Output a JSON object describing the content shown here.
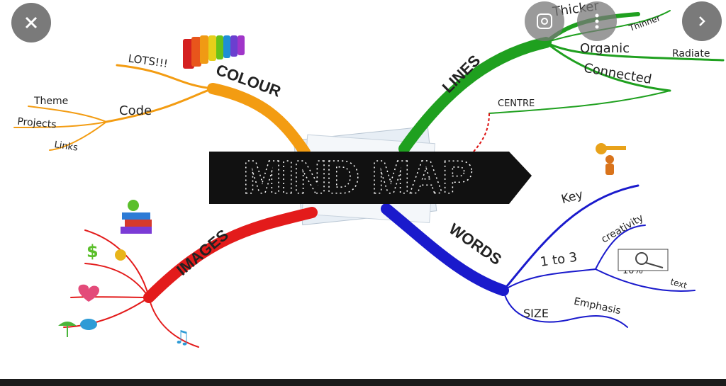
{
  "title": "MIND MAP",
  "branches": {
    "colour": {
      "label": "COLOUR",
      "color": "#f39c12",
      "leaves": [
        "LOTS!!!",
        "Code",
        "Theme",
        "Projects",
        "Links"
      ]
    },
    "lines": {
      "label": "LINES",
      "color": "#1fa01f",
      "leaves": [
        "Thicker",
        "Thinner",
        "Organic",
        "Radiate",
        "Connected",
        "CENTRE"
      ]
    },
    "words": {
      "label": "WORDS",
      "color": "#1a1acc",
      "leaves": [
        "Key",
        "creativity",
        "1 to 3",
        "10%",
        "text",
        "SIZE",
        "Emphasis"
      ]
    },
    "images": {
      "label": "IMAGES",
      "color": "#e31b1b"
    }
  },
  "controls": {
    "close": "close-icon",
    "lens": "lens-icon",
    "more": "more-icon",
    "next": "chevron-right-icon"
  }
}
